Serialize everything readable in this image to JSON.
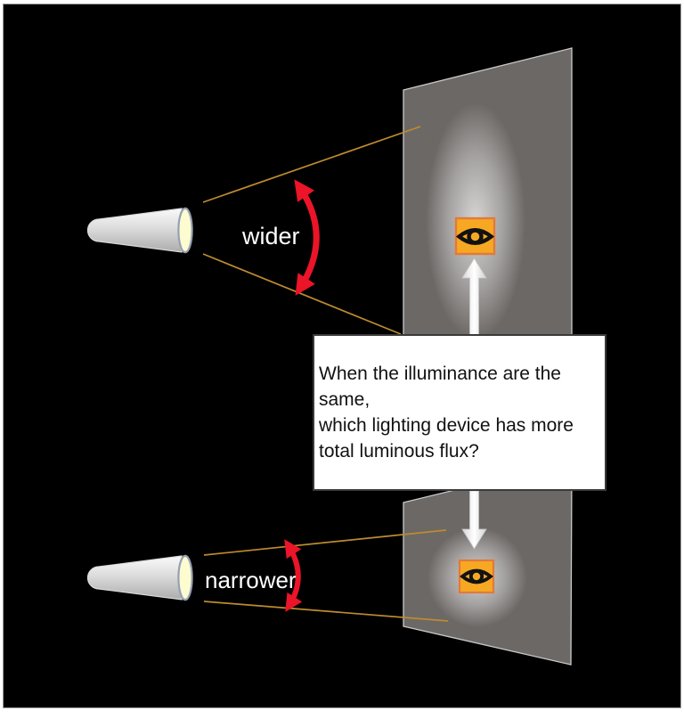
{
  "question_box": {
    "lines": [
      "When the illuminance are the",
      "same,",
      "which lighting device has more",
      "total luminous flux?"
    ]
  },
  "labels": {
    "wide_beam": "wider",
    "narrow_beam": "narrower"
  },
  "icons": {
    "light_source": "flashlight-icon",
    "observer": "eye-icon",
    "beam_angle": "red-double-curved-arrow-icon",
    "illuminance_direction": "white-block-arrow-icon"
  },
  "colors": {
    "page_background": "#FFFFFF",
    "slide_background": "#000000",
    "screen_panel": "#6C6866",
    "panel_edge": "#C9C9C9",
    "beam_line": "#BE8B2F",
    "angle_arrow_red": "#EB1428",
    "eye_badge_fill": "#F7A823",
    "eye_badge_border": "#E2793B",
    "flashlight_lens": "#FDFCD0",
    "question_box_bg": "#FFFFFF",
    "question_text": "#111111",
    "label_text": "#FFFFFF"
  }
}
